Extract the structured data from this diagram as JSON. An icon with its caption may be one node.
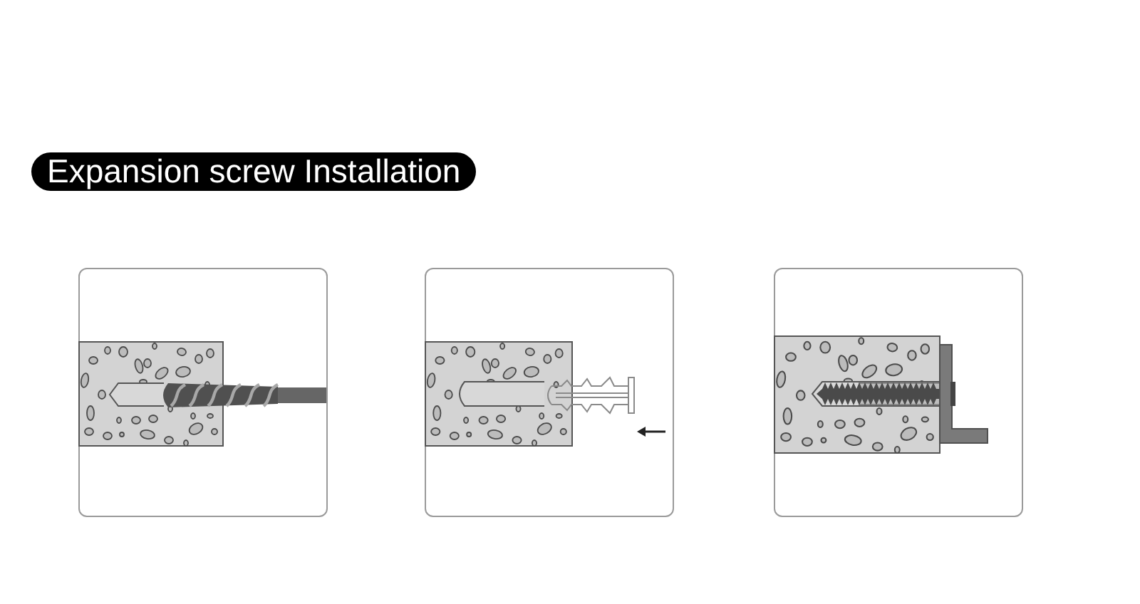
{
  "diagram": {
    "title": "Expansion screw Installation",
    "nodes": [
      {
        "text": [],
        "shape": "picture"
      },
      {
        "text": [],
        "shape": "picture"
      },
      {
        "text": [],
        "shape": "picture"
      }
    ]
  }
}
